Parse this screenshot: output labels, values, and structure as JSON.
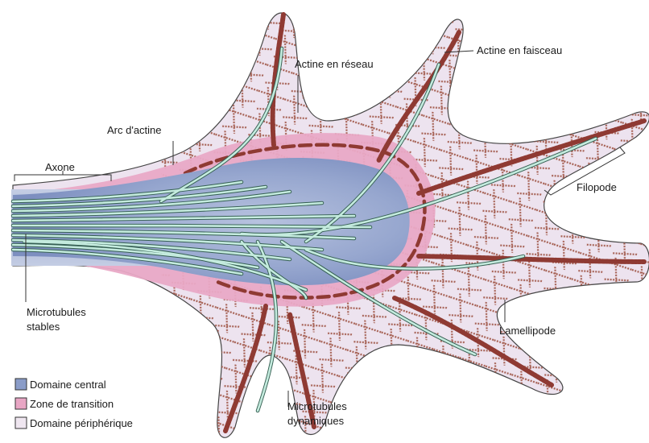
{
  "labels": {
    "axone": "Axone",
    "arc_actine": "Arc d'actine",
    "actine_reseau": "Actine en réseau",
    "actine_faisceau": "Actine en faisceau",
    "filopode": "Filopode",
    "lamellipode": "Lamellipode",
    "microtubules_stables_line1": "Microtubules",
    "microtubules_stables_line2": "stables",
    "microtubules_dynamiques_line1": "Microtubules",
    "microtubules_dynamiques_line2": "dynamiques"
  },
  "legend": [
    {
      "label": "Domaine central",
      "color": "#8a9cc8"
    },
    {
      "label": "Zone de transition",
      "color": "#e8a6c4"
    },
    {
      "label": "Domaine périphérique",
      "color": "#efe6f0"
    }
  ],
  "colors": {
    "central": "#8a9cc8",
    "transition": "#e8a6c4",
    "peripheral": "#ece2ee",
    "actin": "#9a4a3e",
    "microtubule": "#bfe5d8",
    "microtubule_outline": "#3e6e60",
    "axon": "#a7b2d0"
  }
}
